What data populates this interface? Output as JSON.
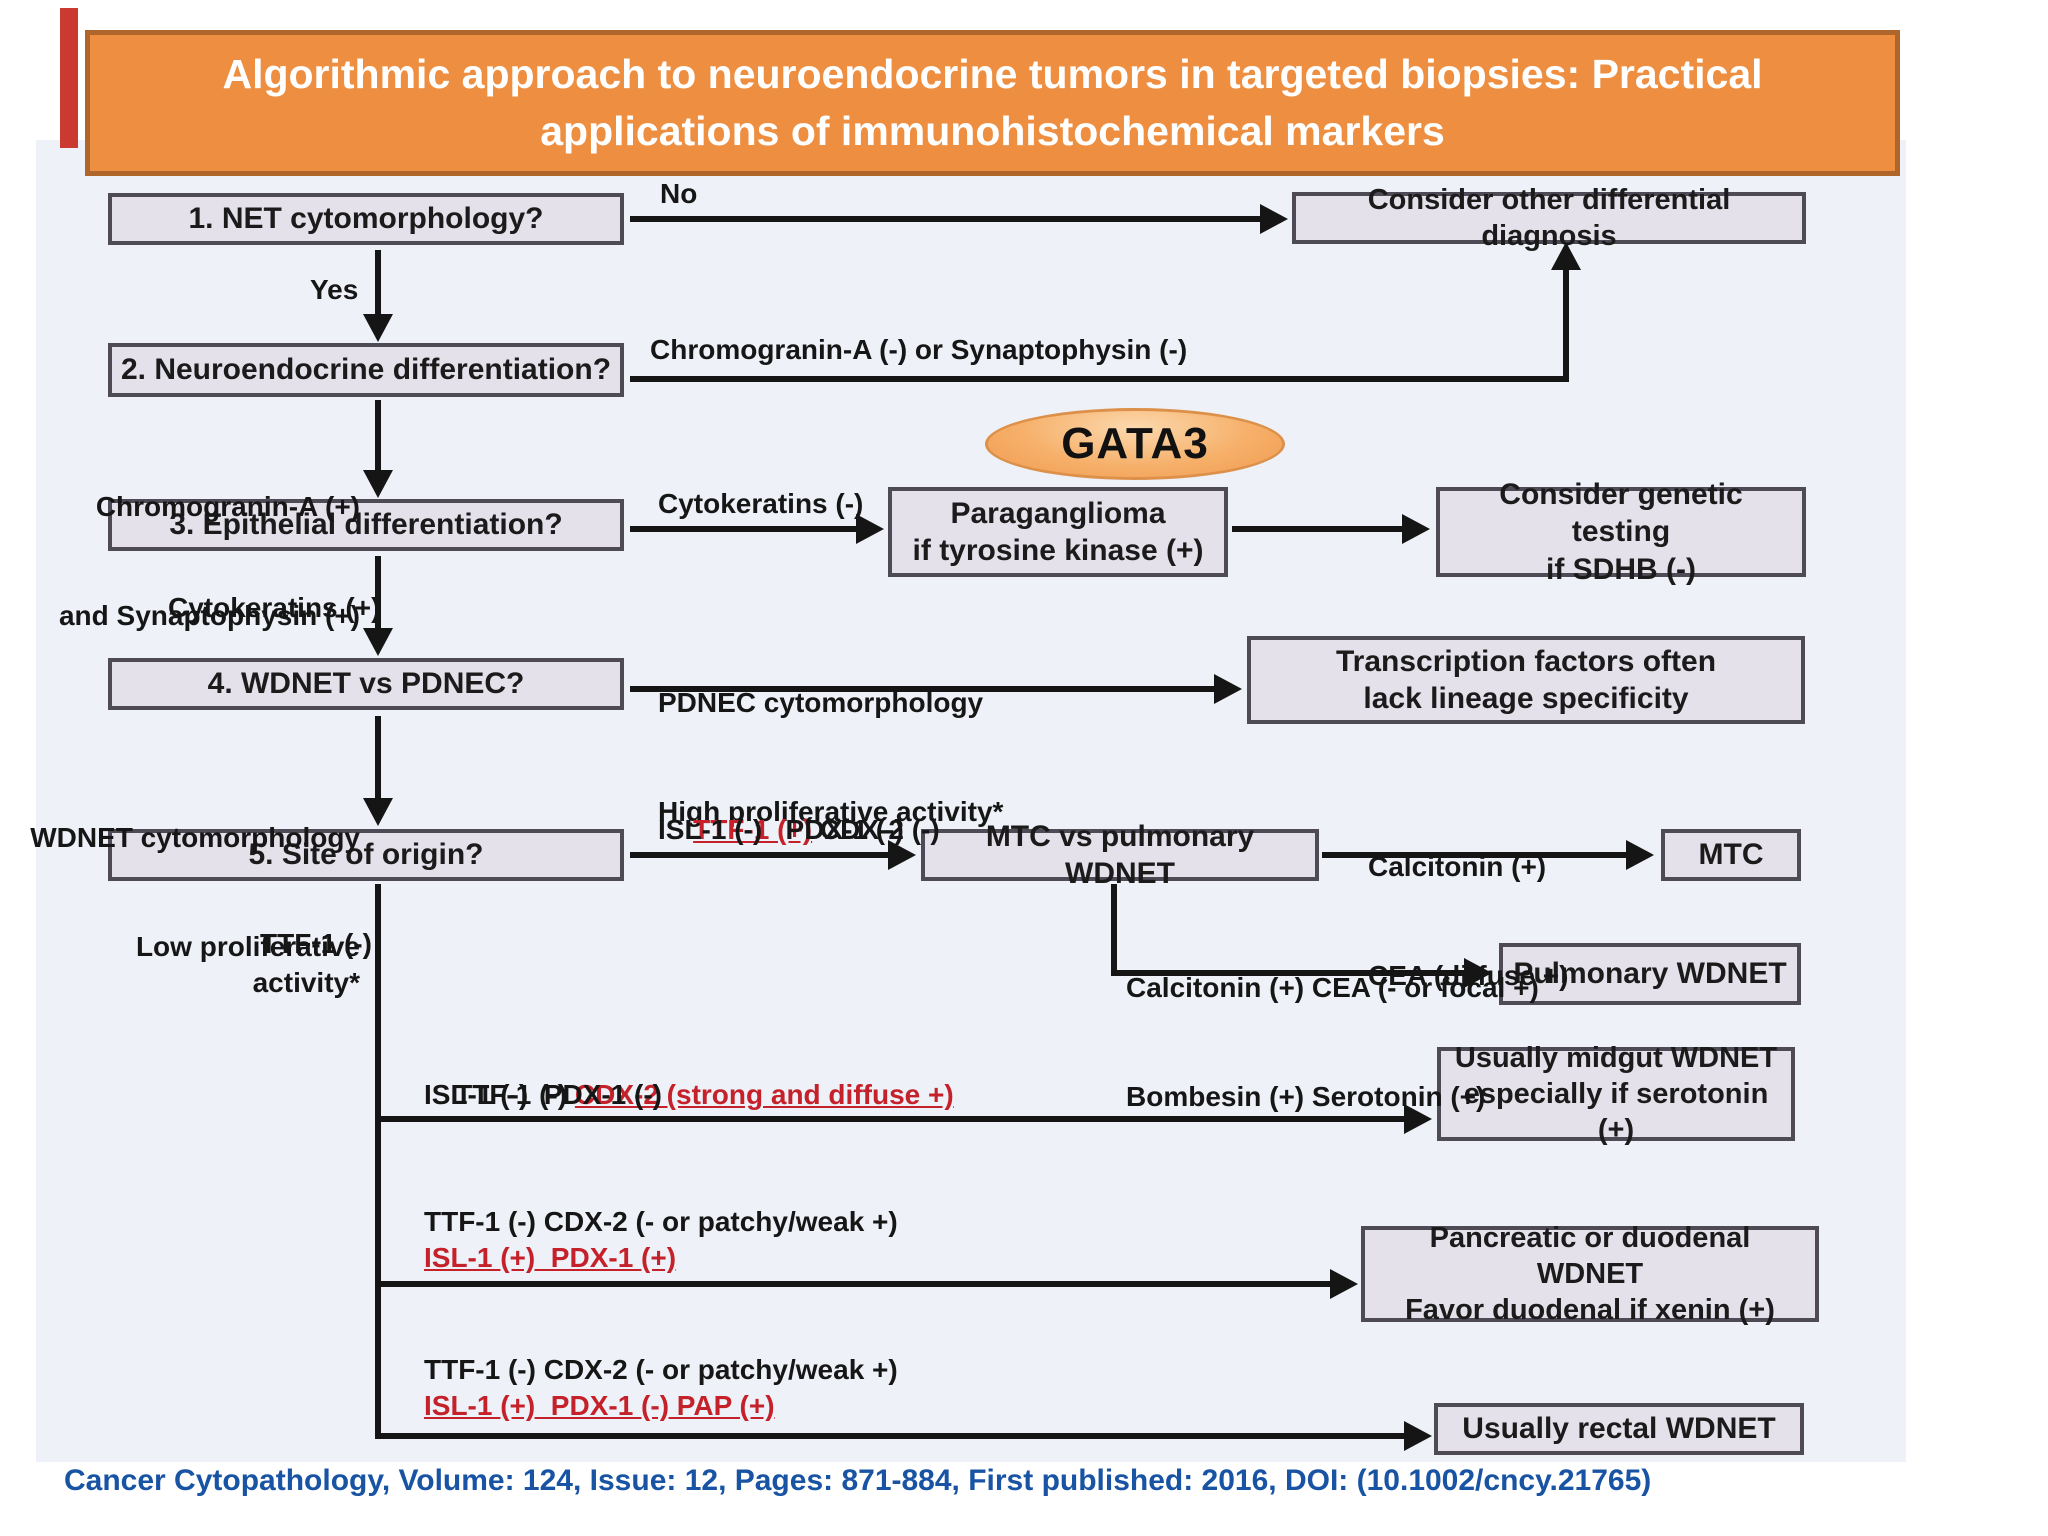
{
  "title": "Algorithmic approach to neuroendocrine tumors in targeted biopsies: Practical applications of immunohistochemical markers",
  "gata3": "GATA3",
  "citation": "Cancer Cytopathology, Volume: 124, Issue: 12, Pages: 871-884, First published: 2016, DOI: (10.1002/cncy.21765)",
  "steps": {
    "s1": "1. NET cytomorphology?",
    "s2": "2. Neuroendocrine differentiation?",
    "s3": "3. Epithelial differentiation?",
    "s4": "4. WDNET vs PDNEC?",
    "s5": "5. Site of origin?"
  },
  "outcomes": {
    "other_dx": "Consider other differential diagnosis",
    "paraganglioma_1": "Paraganglioma",
    "paraganglioma_2": "if tyrosine kinase (+)",
    "genetic_1": "Consider genetic testing",
    "genetic_2": "if SDHB (-)",
    "transcription_1": "Transcription factors often",
    "transcription_2": "lack lineage specificity",
    "mtc_vs_pulm": "MTC vs pulmonary WDNET",
    "mtc": "MTC",
    "pulmonary": "Pulmonary WDNET",
    "midgut_1": "Usually midgut WDNET",
    "midgut_2": "especially if serotonin (+)",
    "pancreatic_1": "Pancreatic or duodenal WDNET",
    "pancreatic_2": "Favor duodenal if xenin (+)",
    "rectal": "Usually rectal WDNET"
  },
  "labels": {
    "no": "No",
    "yes": "Yes",
    "chromo_neg": "Chromogranin-A (-) or Synaptophysin (-)",
    "chromo_pos_1": "Chromogranin-A (+)",
    "chromo_pos_2": "and Synaptophysin (+)",
    "ck_neg": "Cytokeratins (-)",
    "ck_pos": "Cytokeratins (+)",
    "pdnec_1": "PDNEC cytomorphology",
    "pdnec_2": "High proliferative activity*",
    "wdnet_1": "WDNET cytomorphology",
    "wdnet_2": "Low proliferative activity*",
    "ttf1_neg": "TTF-1 (-)",
    "mtc_red": "TTF-1 (+)",
    "mtc_black": " CDX-2 (-)",
    "mtc_line2": "ISL-1 (-)   PDX-1 (-)",
    "calcitonin_1": "Calcitonin (+)",
    "calcitonin_2": "CEA (diffuse +)",
    "pulm_1": "Calcitonin (+) CEA (- or focal +)",
    "pulm_2": "Bombesin (+) Serotonin (+)",
    "midgut_black": "TTF-1 (-) ",
    "midgut_red": "CDX-2 (strong and diffuse +)",
    "midgut_line2": "ISL-1 (-)  PDX-1 (-)",
    "panc_line1": "TTF-1 (-) CDX-2 (- or patchy/weak +)",
    "panc_red2": "ISL-1 (+)  PDX-1 (+)",
    "rectal_line1": "TTF-1 (-) CDX-2 (- or patchy/weak +)",
    "rectal_red2": "ISL-1 (+)  PDX-1 (-) PAP (+)"
  },
  "colors": {
    "banner": "#ee8e40",
    "banner_border": "#b0662a",
    "box_fill": "#e4e1ea",
    "box_border": "#4e4b56",
    "red_text": "#c5212a",
    "citation_blue": "#1853a4",
    "diagram_bg": "#eef1f7",
    "accent_red": "#cb3a31",
    "line_black": "#151515",
    "gata3_fill": "#f5ab62"
  }
}
